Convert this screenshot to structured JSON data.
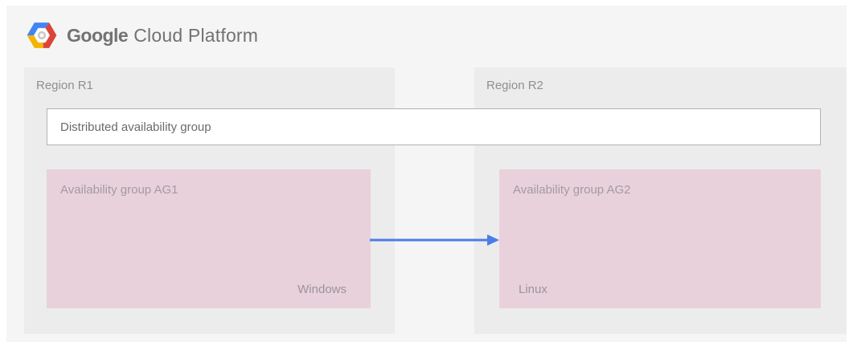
{
  "brand": {
    "name_primary": "Google",
    "name_secondary": "Cloud Platform"
  },
  "regions": [
    {
      "label": "Region R1",
      "availability_group": {
        "label": "Availability group AG1",
        "os": "Windows"
      }
    },
    {
      "label": "Region R2",
      "availability_group": {
        "label": "Availability group AG2",
        "os": "Linux"
      }
    }
  ],
  "distributed_group": {
    "label": "Distributed availability group"
  },
  "arrow": {
    "direction": "left-to-right",
    "color": "#4a7de8"
  },
  "logo_colors": {
    "blue": "#4285f4",
    "red": "#db4437",
    "yellow": "#f4b400"
  },
  "theme": {
    "panel_bg": "#f5f5f6",
    "region_bg": "#ececed",
    "availability_group_bg": "#e9d1dc",
    "distributed_box_border": "#b2b2b2"
  }
}
